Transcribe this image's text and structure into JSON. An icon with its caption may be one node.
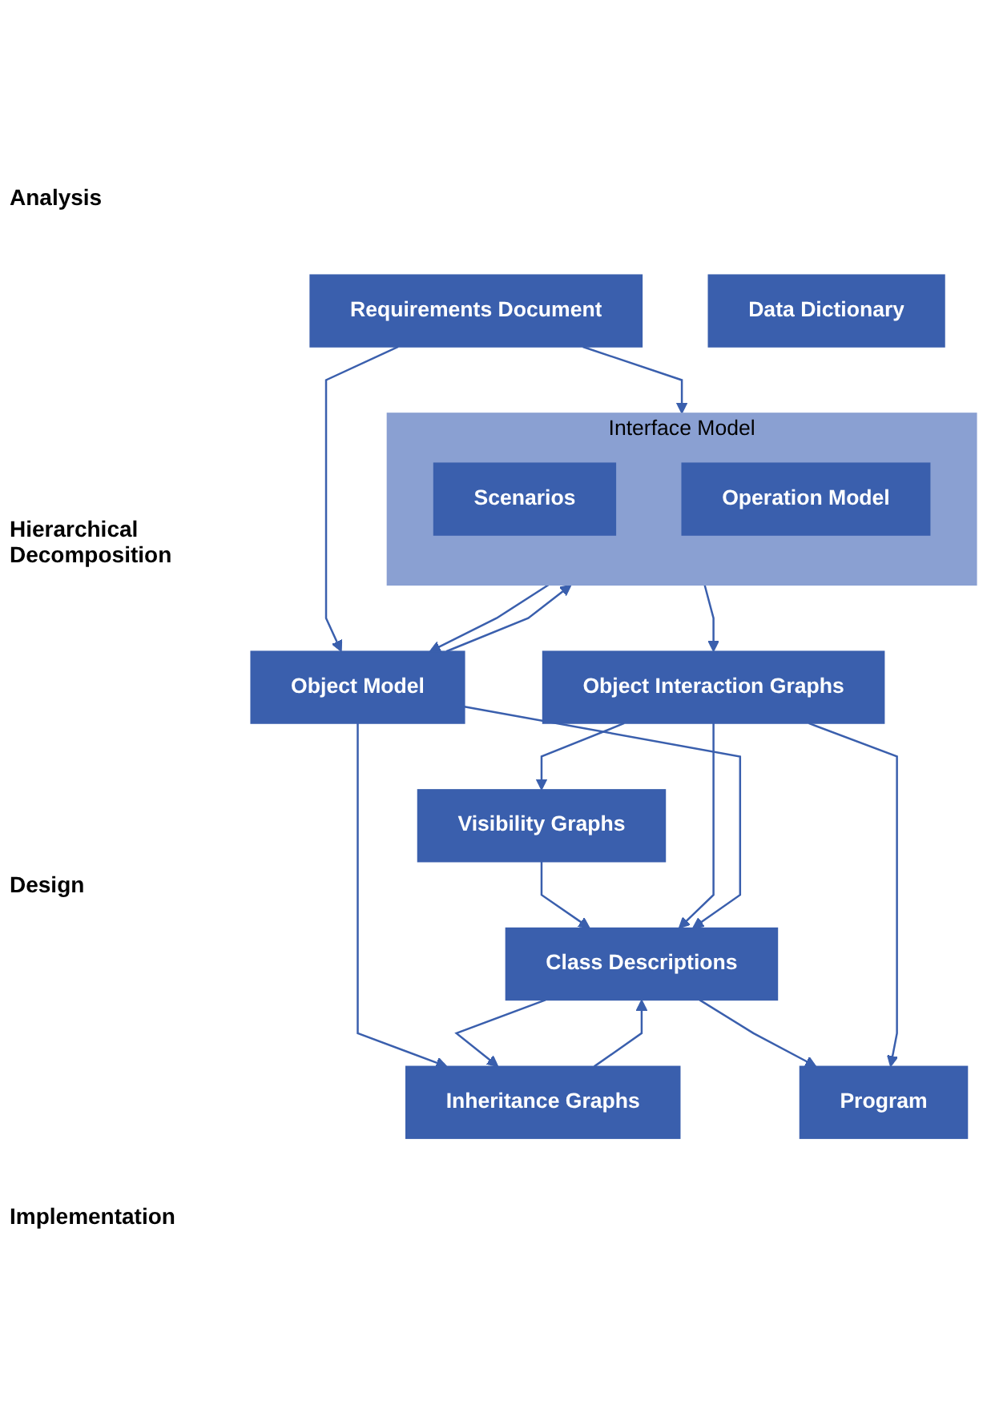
{
  "diagram": {
    "nodes": [
      {
        "text": [
          "Requirements Document"
        ]
      },
      {
        "text": [
          "Object Model"
        ]
      },
      {
        "text": [
          "Interface Model"
        ]
      },
      {
        "text": [
          "Scenarios"
        ],
        "in": 2
      },
      {
        "text": [
          "Operation Model"
        ],
        "in": 2
      },
      {
        "text": [
          "Object Interaction Graphs"
        ]
      },
      {
        "text": [
          "Visibility Graphs"
        ]
      },
      {
        "text": [
          "Class Descriptions"
        ]
      },
      {
        "text": [
          "Inheritance Graphs"
        ]
      },
      {
        "text": [
          "Program"
        ]
      },
      {
        "text": [
          "Data Dictionary"
        ]
      }
    ],
    "edges": [
      {
        "from": 0,
        "to": 1,
        "arrow": "to"
      },
      {
        "from": 0,
        "to": 2,
        "arrow": "to"
      },
      {
        "from": 2,
        "to": 1,
        "arrow": "to"
      },
      {
        "from": 1,
        "to": 2,
        "arrow": "to"
      },
      {
        "from": 2,
        "to": 5,
        "arrow": "to"
      },
      {
        "from": 5,
        "to": 6,
        "arrow": "to"
      },
      {
        "from": 6,
        "to": 7,
        "arrow": "to"
      },
      {
        "from": 5,
        "to": 7,
        "arrow": "to"
      },
      {
        "from": 1,
        "to": 7,
        "arrow": "to"
      },
      {
        "from": 1,
        "to": 8,
        "arrow": "to"
      },
      {
        "from": 7,
        "to": 8,
        "arrow": "to"
      },
      {
        "from": 8,
        "to": 7,
        "arrow": "to"
      },
      {
        "from": 7,
        "to": 9,
        "arrow": "to"
      },
      {
        "from": 5,
        "to": 9,
        "arrow": "to"
      }
    ],
    "labels": [
      "Analysis",
      "Hierarchical Decomposition",
      "Design",
      "Implementation"
    ]
  }
}
